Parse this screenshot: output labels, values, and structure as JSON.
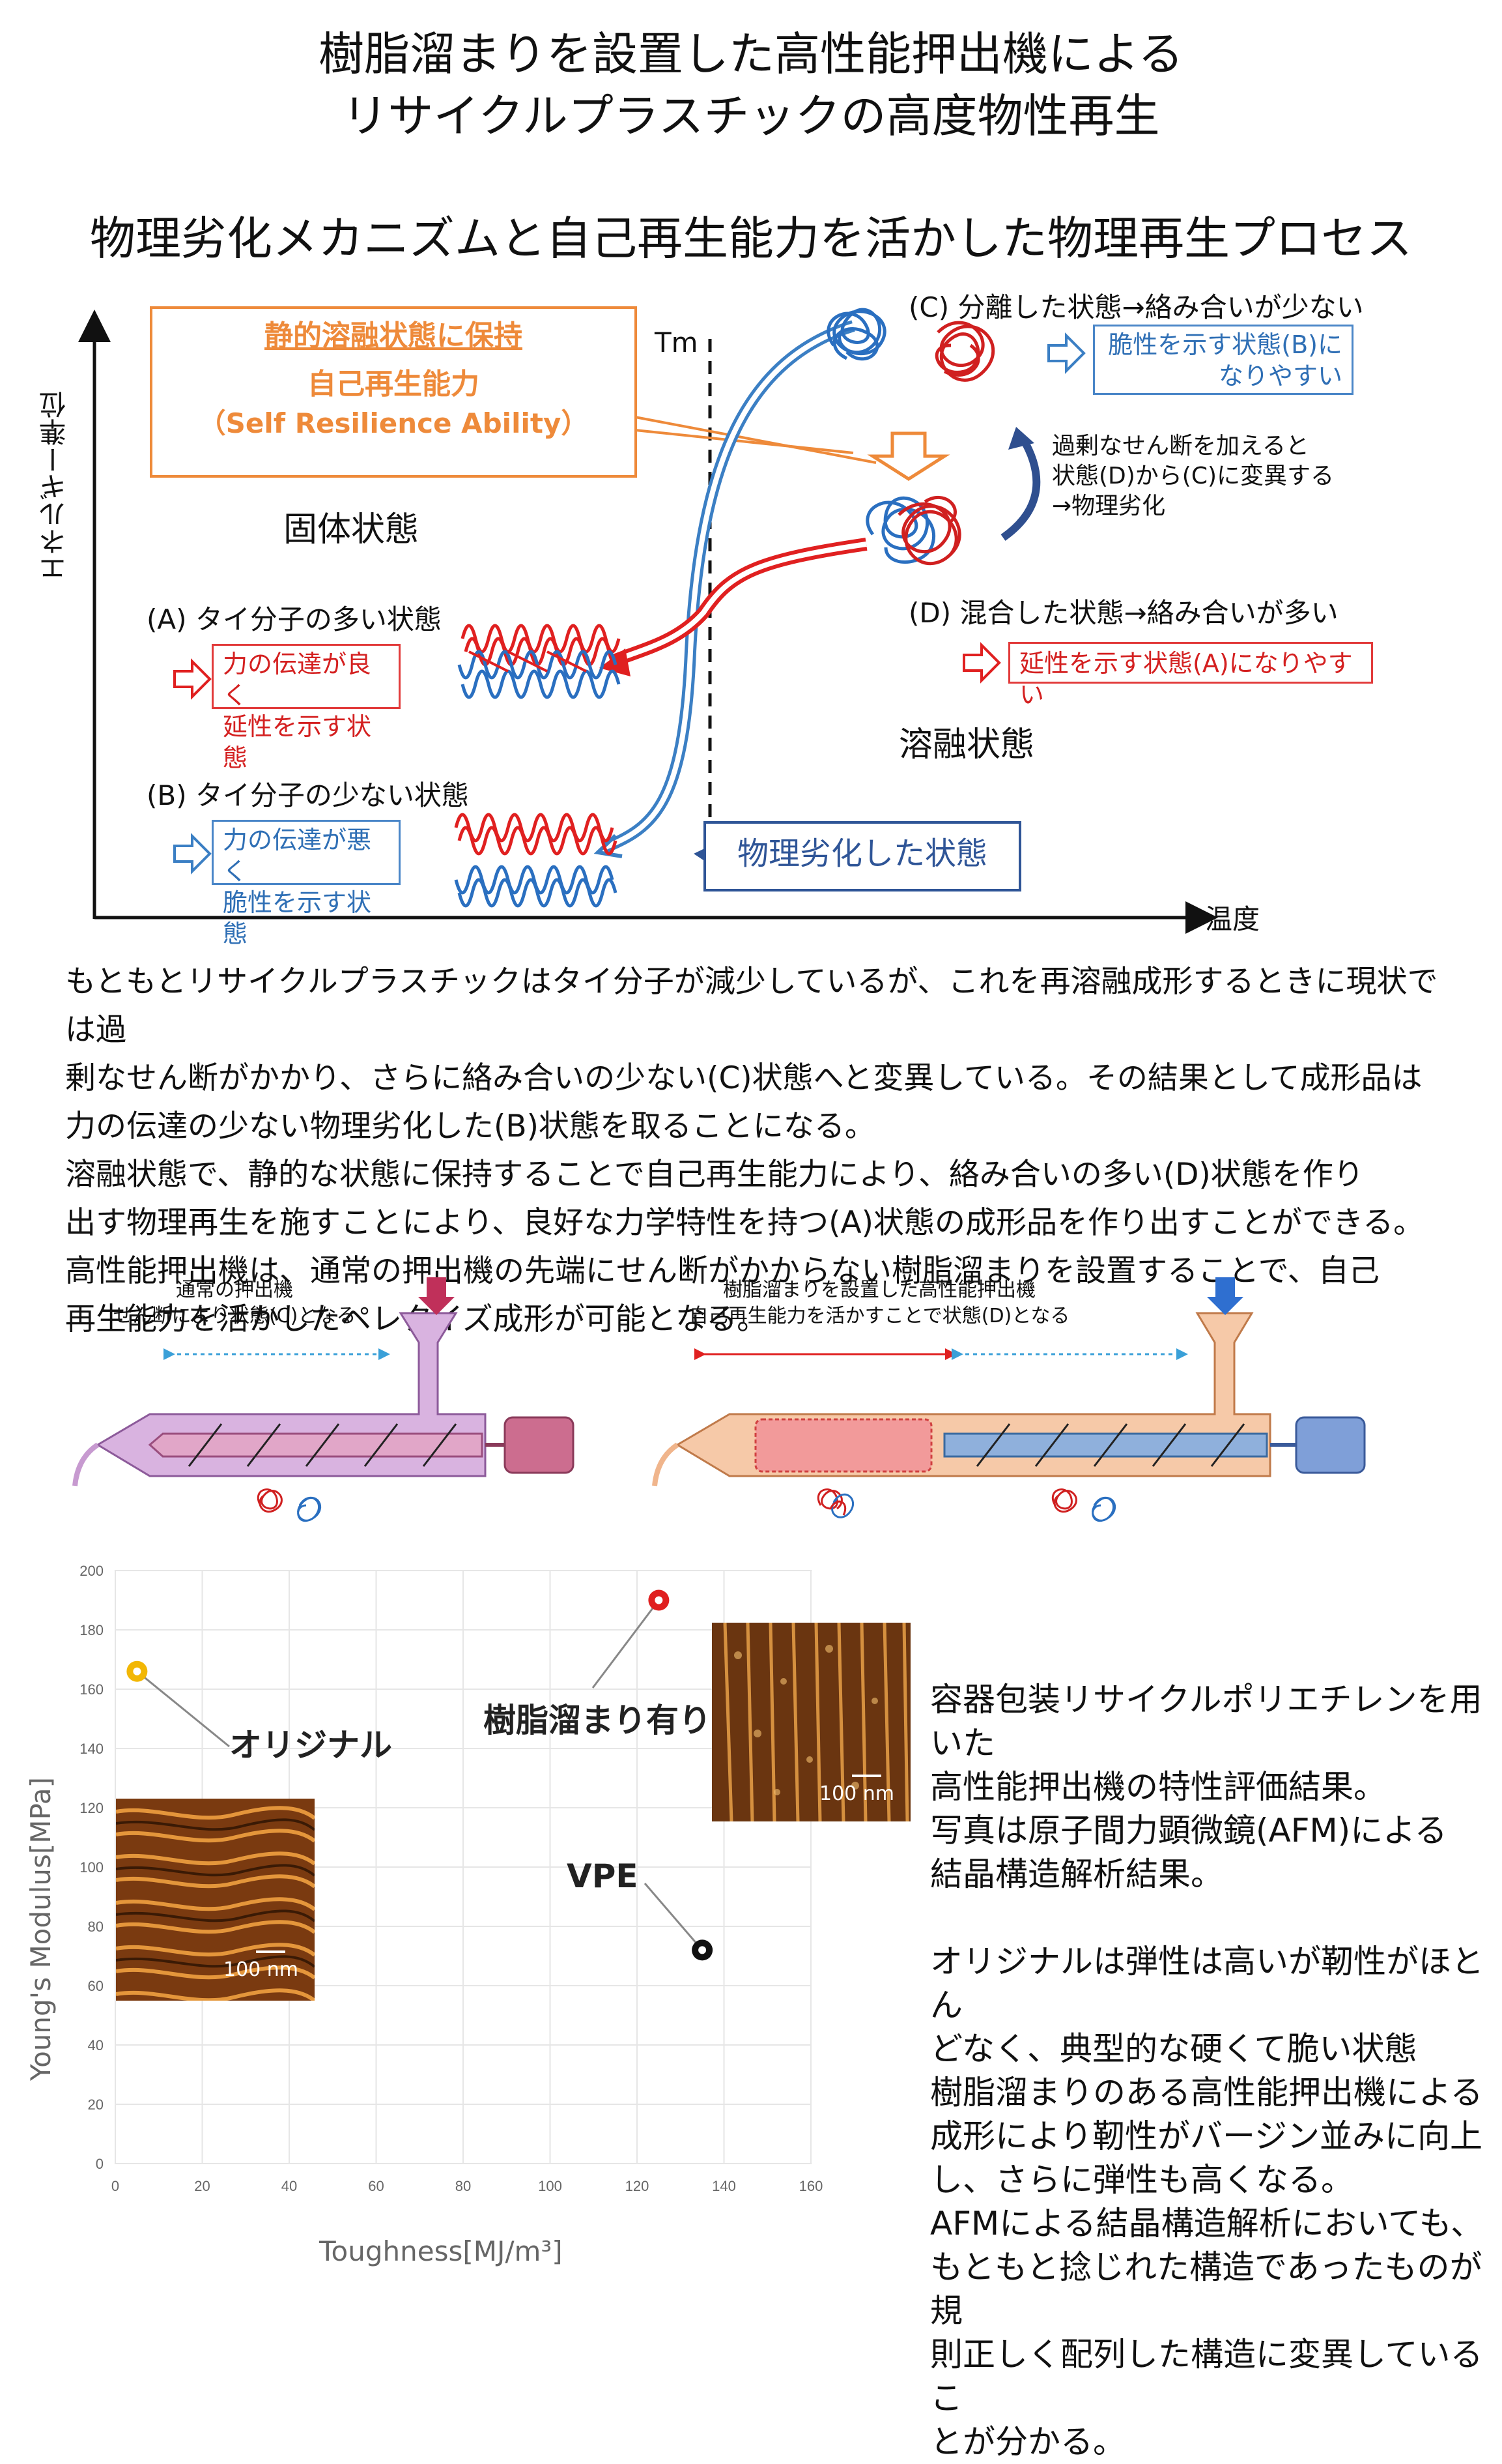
{
  "title": {
    "line1": "樹脂溜まりを設置した高性能押出機による",
    "line2": "リサイクルプラスチックの高度物性再生"
  },
  "subtitle": "物理劣化メカニズムと自己再生能力を活かした物理再生プロセス",
  "diagram": {
    "y_axis": "エネルギー準位",
    "x_axis": "温度",
    "tm": "Tm",
    "orange_box": {
      "line1": "静的溶融状態に保持",
      "line2": "自己再生能力",
      "line3": "（Self Resilience Ability）"
    },
    "solid_state": "固体状態",
    "melt_state": "溶融状態",
    "state_a": "(A) タイ分子の多い状態",
    "state_a_box": [
      "力の伝達が良く",
      "延性を示す状態"
    ],
    "state_b": "(B) タイ分子の少ない状態",
    "state_b_box": [
      "力の伝達が悪く",
      "脆性を示す状態"
    ],
    "state_c": "(C) 分離した状態→絡み合いが少ない",
    "state_c_box": [
      "脆性を示す状態(B)に",
      "なりやすい"
    ],
    "state_d": "(D) 混合した状態→絡み合いが多い",
    "state_d_box": "延性を示す状態(A)になりやすい",
    "shear_note": [
      "過剰なせん断を加えると",
      "状態(D)から(C)に変異する",
      "→物理劣化"
    ],
    "degraded_box": "物理劣化した状態",
    "colors": {
      "red": "#e02020",
      "blue": "#3b7fc4",
      "orange": "#ee8a3a",
      "navy": "#2f4f8f"
    }
  },
  "paragraphs": [
    "もともとリサイクルプラスチックはタイ分子が減少しているが、これを再溶融成形するときに現状では過",
    "剰なせん断がかかり、さらに絡み合いの少ない(C)状態へと変異している。その結果として成形品は",
    "力の伝達の少ない物理劣化した(B)状態を取ることになる。",
    "溶融状態で、静的な状態に保持することで自己再生能力により、絡み合いの多い(D)状態を作り",
    "出す物理再生を施すことにより、良好な力学特性を持つ(A)状態の成形品を作り出すことができる。",
    "高性能押出機は、通常の押出機の先端にせん断がかからない樹脂溜まりを設置することで、自己",
    "再生能力を活かしたペレタイズ成形が可能となる。"
  ],
  "extruders": {
    "normal": {
      "line1": "通常の押出機",
      "line2": "せん断により状態(C)となる",
      "color": "#d9b3e0"
    },
    "high": {
      "line1": "樹脂溜まりを設置した高性能押出機",
      "line2": "自己再生能力を活かすことで状態(D)となる",
      "color": "#f6c9a8"
    }
  },
  "chart_data": {
    "type": "scatter",
    "xlabel": "Toughness[MJ/m³]",
    "ylabel": "Young's Modulus[MPa]",
    "xlim": [
      0,
      160
    ],
    "ylim": [
      0,
      200
    ],
    "x_ticks": [
      "0",
      "20",
      "40",
      "60",
      "80",
      "100",
      "120",
      "140",
      "160"
    ],
    "y_ticks": [
      "0",
      "20",
      "40",
      "60",
      "80",
      "100",
      "120",
      "140",
      "160",
      "180",
      "200"
    ],
    "points": [
      {
        "label": "オリジナル",
        "x": 5,
        "y": 166,
        "color": "#f2b705"
      },
      {
        "label": "樹脂溜まり有り",
        "x": 125,
        "y": 190,
        "color": "#e02020"
      },
      {
        "label": "VPE",
        "x": 135,
        "y": 72,
        "color": "#111111"
      }
    ],
    "scale_bar": "100 nm"
  },
  "caption": [
    "容器包装リサイクルポリエチレンを用いた",
    "高性能押出機の特性評価結果。",
    "写真は原子間力顕微鏡(AFM)による",
    "結晶構造解析結果。",
    "",
    "オリジナルは弾性は高いが靭性がほとん",
    "どなく、典型的な硬くて脆い状態",
    "樹脂溜まりのある高性能押出機による",
    "成形により靭性がバージン並みに向上",
    "し、さらに弾性も高くなる。",
    "AFMによる結晶構造解析においても、",
    "もともと捻じれた構造であったものが規",
    "則正しく配列した構造に変異しているこ",
    "とが分かる。"
  ]
}
